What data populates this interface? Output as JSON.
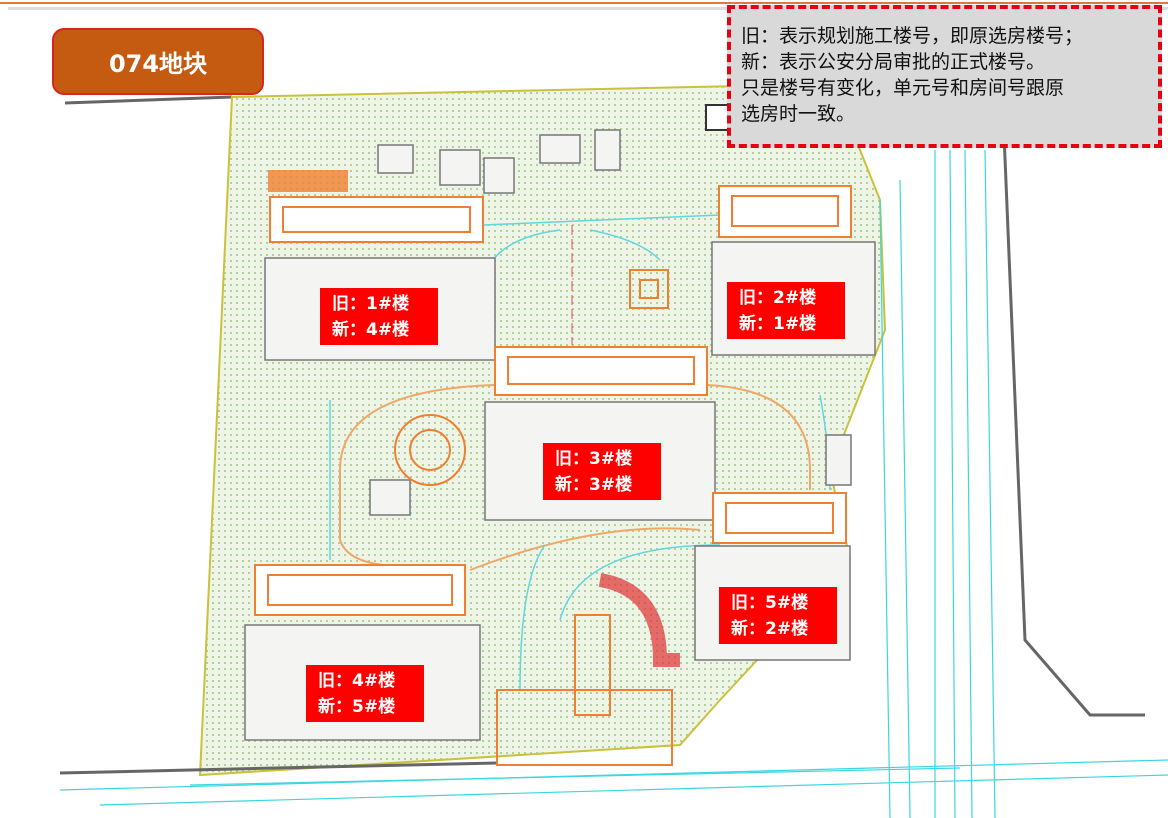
{
  "title": "074地块",
  "note": {
    "lines": [
      "旧：表示规划施工楼号，即原选房楼号；",
      "新：表示公安分局审批的正式楼号。",
      "只是楼号有变化，单元号和房间号跟原",
      "选房时一致。"
    ]
  },
  "buildings": [
    {
      "old": "旧：1#楼",
      "new": "新：4#楼"
    },
    {
      "old": "旧：2#楼",
      "new": "新：1#楼"
    },
    {
      "old": "旧：3#楼",
      "new": "新：3#楼"
    },
    {
      "old": "旧：5#楼",
      "new": "新：2#楼"
    },
    {
      "old": "旧：4#楼",
      "new": "新：5#楼"
    }
  ],
  "colors": {
    "title_bg": "#c55a11",
    "label_bg": "#ff0000",
    "note_border": "#e60012",
    "site_fill": "#e3eed8"
  }
}
